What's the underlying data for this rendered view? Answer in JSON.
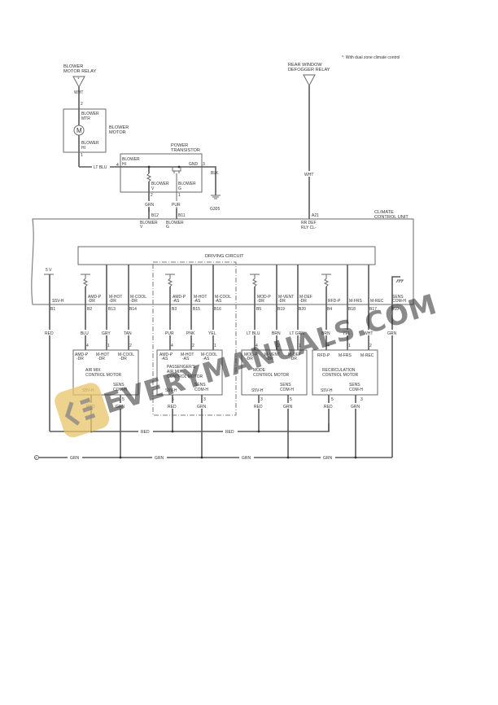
{
  "note": "*: With dual zone climate control",
  "blower_relay": {
    "label_line1": "BLOWER",
    "label_line2": "MOTOR RELAY",
    "marker": "*",
    "wire": "WHT",
    "pin": "2"
  },
  "blower_motor": {
    "label_line1": "BLOWER",
    "label_line2": "MOTOR",
    "pin_top_label1": "BLOWER",
    "pin_top_label2": "MTR",
    "pin_bottom_label1": "BLOWER",
    "pin_bottom_label2": "HI",
    "symbol": "M",
    "pin_bottom": "1"
  },
  "wire_lt_blu": "LT BLU",
  "power_transistor": {
    "label_line1": "POWER",
    "label_line2": "TRANSISTOR",
    "pin4": "4",
    "pin4_label1": "BLOWER",
    "pin4_label2": "HI",
    "gnd_label": "GND",
    "gnd_pin": "3",
    "pin_v_label1": "BLOWER",
    "pin_v_label2": "V",
    "pin_v": "2",
    "pin_g_label1": "BLOWER",
    "pin_g_label2": "G",
    "pin_g": "1",
    "gnd_wire": "BLK",
    "ground": "G305"
  },
  "blower_wires": {
    "v_wire": "GRN",
    "g_wire": "PUR",
    "v_pin": "B12",
    "g_pin": "B11",
    "v_label1": "BLOWER",
    "v_label2": "V",
    "g_label1": "BLOWER",
    "g_label2": "G"
  },
  "rear_defogger": {
    "label_line1": "REAR WINDOW",
    "label_line2": "DEFOGGER RELAY",
    "wire": "WHT",
    "pin": "A21",
    "pin_label1": "RR DEF",
    "pin_label2": "RLY CL-"
  },
  "climate_control_unit": {
    "label_line1": "CLIMATE",
    "label_line2": "CONTROL UNIT",
    "driving_circuit": "DRIVING CIRCUIT",
    "supply": "5 V"
  },
  "ccu_pins": [
    {
      "name1": "S5V-H",
      "name2": "",
      "pin": "B1",
      "wire": "RED"
    },
    {
      "name1": "AMD-P",
      "name2": "-DR",
      "pin": "B2",
      "wire": "BLU"
    },
    {
      "name1": "M-HOT",
      "name2": "-DR",
      "pin": "B13",
      "wire": "GRY"
    },
    {
      "name1": "M-COOL",
      "name2": "-DR",
      "pin": "B14",
      "wire": "TAN"
    },
    {
      "name1": "AMD-P",
      "name2": "-AS",
      "pin": "B3",
      "wire": "PUR"
    },
    {
      "name1": "M-HOT",
      "name2": "-AS",
      "pin": "B15",
      "wire": "PNK"
    },
    {
      "name1": "M-COOL",
      "name2": "-AS",
      "pin": "B16",
      "wire": "YEL"
    },
    {
      "name1": "MOD-P",
      "name2": "-DR",
      "pin": "B5",
      "wire": "LT BLU"
    },
    {
      "name1": "M-VENT",
      "name2": "-DR",
      "pin": "B19",
      "wire": "BRN"
    },
    {
      "name1": "M-DEF",
      "name2": "-DR",
      "pin": "B20",
      "wire": "LT GRN"
    },
    {
      "name1": "RFD-P",
      "name2": "",
      "pin": "B4",
      "wire": "BRN"
    },
    {
      "name1": "M-FRS",
      "name2": "",
      "pin": "B18",
      "wire": "YEL"
    },
    {
      "name1": "M-REC",
      "name2": "",
      "pin": "B17",
      "wire": "WHT"
    },
    {
      "name1": "SENS",
      "name2": "COM-H",
      "pin": "B10",
      "wire": "GRN"
    }
  ],
  "motors": [
    {
      "title1": "AIR MIX",
      "title2": "CONTROL MOTOR",
      "p1": "AMD-P",
      "p1b": "-DR",
      "p2": "M-HOT",
      "p2b": "-DR",
      "p3": "M-COOL",
      "p3b": "-DR",
      "n1": "4",
      "n2": "1",
      "n3": "2",
      "s5v": "S5V-H",
      "sens1": "SENS",
      "sens2": "COM-H",
      "s5v_pin": "3",
      "sens_pin": "5",
      "s5v_wire": "RED",
      "sens_wire": "GRN"
    },
    {
      "title1": "PASSENGER'S",
      "title2": "AIR MIX",
      "title3": "CONTROL MOTOR",
      "p1": "AMD-P",
      "p1b": "-AS",
      "p2": "M-HOT",
      "p2b": "-AS",
      "p3": "M-COOL",
      "p3b": "-AS",
      "n1": "4",
      "n2": "2",
      "n3": "1",
      "s5v": "S5V-H",
      "sens1": "SENS",
      "sens2": "COM-H",
      "s5v_pin": "5",
      "sens_pin": "3",
      "s5v_wire": "RED",
      "sens_wire": "GRN"
    },
    {
      "title1": "MODE",
      "title2": "CONTROL MOTOR",
      "p1": "MOD-P",
      "p1b": "-DR",
      "p2": "M-VENT",
      "p2b": "-DR",
      "p3": "M-DEF",
      "p3b": "-DR",
      "n1": "4",
      "n2": "2",
      "n3": "1",
      "s5v": "S5V-H",
      "sens1": "SENS",
      "sens2": "COM-H",
      "s5v_pin": "3",
      "sens_pin": "5",
      "s5v_wire": "RED",
      "sens_wire": "GRN"
    },
    {
      "title1": "RECIRCULATION",
      "title2": "CONTROL MOTOR",
      "p1": "RFD-P",
      "p1b": "",
      "p2": "M-FRS",
      "p2b": "",
      "p3": "M-REC",
      "p3b": "",
      "n1": "4",
      "n2": "1",
      "n3": "2",
      "s5v": "S5V-H",
      "sens1": "SENS",
      "sens2": "COM-H",
      "s5v_pin": "5",
      "sens_pin": "3",
      "s5v_wire": "RED",
      "sens_wire": "GRN"
    }
  ],
  "bus": {
    "red1": "RED",
    "red2": "RED",
    "grn1": "GRN",
    "grn2": "GRN",
    "grn3": "GRN",
    "grn4": "GRN",
    "connector": "F"
  },
  "watermark": "EVERYMANUALS.COM"
}
